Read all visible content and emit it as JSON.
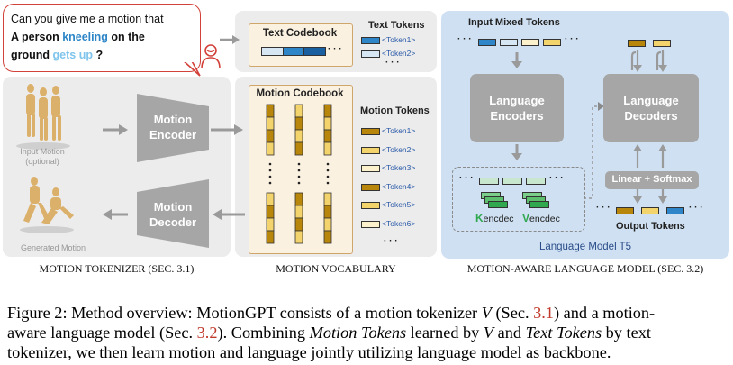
{
  "colors": {
    "tokenizer_bg": "#ececec",
    "vocab_bg": "#ececec",
    "lm_bg": "#cfe0f2",
    "gray_block": "#a6a6a6",
    "motion_gold": "#b8860b",
    "motion_yellow": "#f3d36b",
    "motion_cream": "#fbf1cc",
    "text_blue": "#2e86c8",
    "text_cyan": "#5fb8e6",
    "green": "#2fa84f",
    "ref_red": "#c0392b"
  },
  "bubble": {
    "line1": "Can you give me a motion that",
    "line2_a": "A person ",
    "line2_b": "kneeling",
    "line2_c": " on the",
    "line3_a": "ground ",
    "line3_b": "gets up",
    "line3_c": " ?"
  },
  "user_icon": "person-icon",
  "text_codebook": {
    "title": "Text Codebook",
    "ellipsis": "· · ·"
  },
  "text_tokens": {
    "title": "Text Tokens",
    "items": [
      "<Token1>",
      "<Token2>"
    ],
    "more": "· · ·"
  },
  "tokenizer": {
    "input_label_1": "Input Motion",
    "input_label_2": "(optional)",
    "generated_label": "Generated Motion",
    "encoder_line1": "Motion",
    "encoder_line2": "Encoder",
    "decoder_line1": "Motion",
    "decoder_line2": "Decoder",
    "section_label": "MOTION TOKENIZER (SEC. 3.1)"
  },
  "vocabulary": {
    "codebook_title": "Motion Codebook",
    "tokens_title": "Motion Tokens",
    "tokens": [
      "<Token1>",
      "<Token2>",
      "<Token3>",
      "<Token4>",
      "<Token5>",
      "<Token6>"
    ],
    "more": "· · ·",
    "section_label": "MOTION VOCABULARY"
  },
  "lm": {
    "input_title": "Input Mixed Tokens",
    "encoders_line1": "Language",
    "encoders_line2": "Encoders",
    "decoders_line1": "Language",
    "decoders_line2": "Decoders",
    "linear_softmax": "Linear + Softmax",
    "output_title": "Output Tokens",
    "k_letter": "K",
    "k_sub": "encdec",
    "v_letter": "V",
    "v_sub": "encdec",
    "model_label": "Language Model T5",
    "dots": "· · ·",
    "section_label": "MOTION-AWARE LANGUAGE MODEL (SEC. 3.2)"
  },
  "caption": {
    "figure": "Figure 2: Method overview: MotionGPT consists of a motion tokenizer ",
    "calV1": "V",
    "sec_a_pre": " (Sec. ",
    "sec_a": "3.1",
    "sec_a_post": ") and a motion-",
    "line2_pre": "aware language model (Sec. ",
    "sec_b": "3.2",
    "line2_mid": "). Combining ",
    "motion_tokens_em": "Motion Tokens",
    "learned_by": " learned by ",
    "calV2": "V",
    "and_word": " and ",
    "text_tokens_em": "Text Tokens",
    "by_text": " by text",
    "line3": "tokenizer, we then learn motion and language jointly utilizing language model as backbone."
  }
}
